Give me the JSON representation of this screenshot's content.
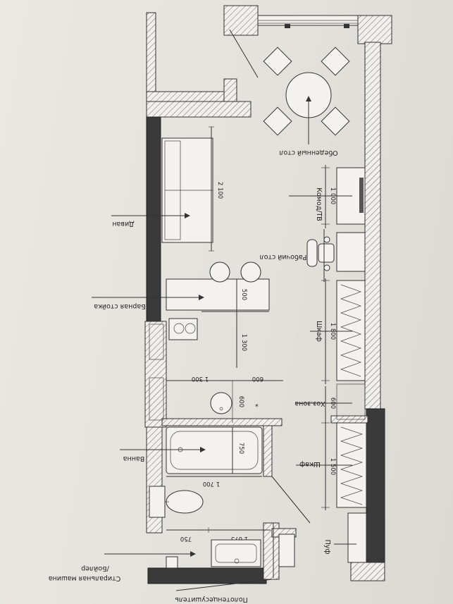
{
  "labels": {
    "dining_table": "Обеденный стол",
    "dresser_tv": "Комод/ТВ",
    "sofa": "Диван",
    "work_desk": "Рабочий стол",
    "bar_counter": "Барная стойка",
    "wardrobe_1": "Шкаф",
    "household_zone": "Хоз.зона",
    "bathtub": "Ванна",
    "wardrobe_2": "Шкаф",
    "pouf": "Пуф",
    "washer_line1": "Стиральная машина",
    "washer_line2": "/Бойлер",
    "towel_warmer": "Полотенцесушитель",
    "asterisk": "*"
  },
  "dimensions": {
    "sofa_len": "2 100",
    "dresser_len": "1 000",
    "bar_depth": "500",
    "bar_len": "1 300",
    "wardrobe1_len": "1 800",
    "sink_w1": "1 300",
    "sink_w2": "600",
    "sink_w3": "600",
    "hh_zone": "600",
    "bath_w": "750",
    "bath_len": "1 700",
    "wardrobe2_len": "1 500",
    "wc_w": "750",
    "wc_len": "1 075"
  }
}
